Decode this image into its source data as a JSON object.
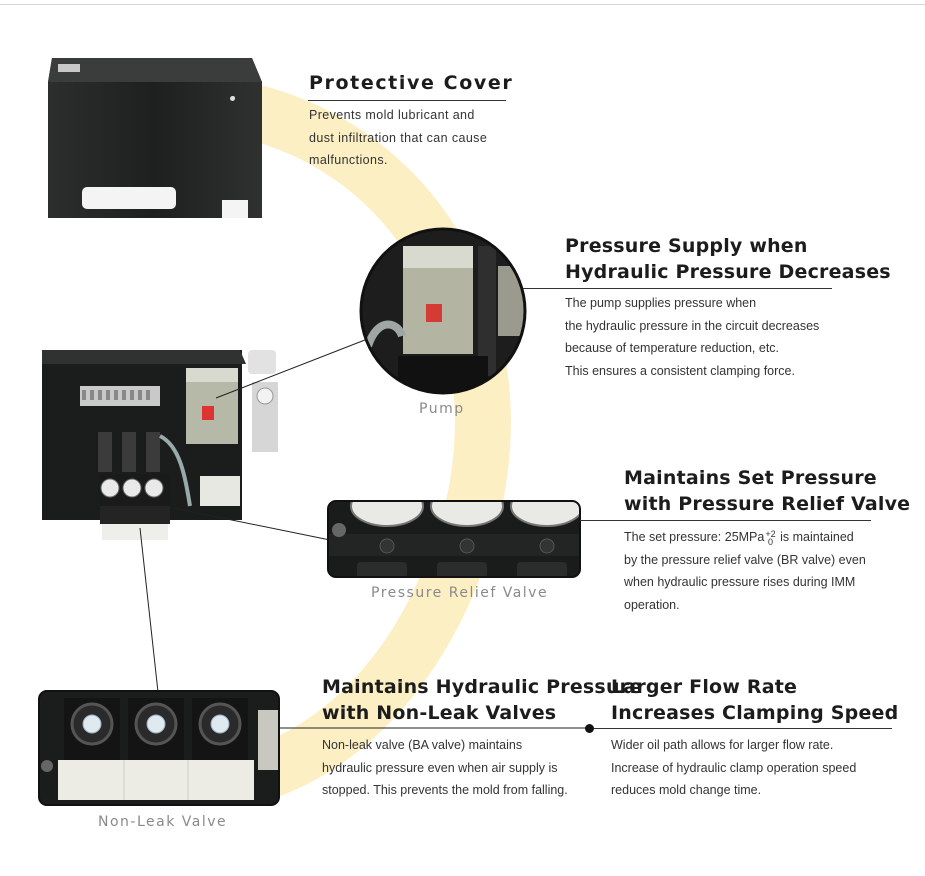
{
  "cover": {
    "title": "Protective Cover",
    "desc": [
      "Prevents mold lubricant and",
      "dust infiltration that can cause",
      "malfunctions."
    ]
  },
  "pump": {
    "title": [
      "Pressure Supply when",
      "Hydraulic Pressure Decreases"
    ],
    "desc": [
      "The pump supplies pressure when",
      "the hydraulic pressure in the circuit decreases",
      "because of temperature reduction, etc.",
      "This ensures a consistent clamping force."
    ],
    "caption": "Pump"
  },
  "relief": {
    "title": [
      "Maintains Set Pressure",
      "with Pressure Relief Valve"
    ],
    "desc_line1_pre": "The set pressure: 25MPa",
    "sup": "+2",
    "sub": "0",
    "desc_line1_post": " is maintained",
    "desc": [
      "by the pressure relief valve (BR valve) even",
      "when hydraulic pressure rises during IMM",
      "operation."
    ],
    "caption": "Pressure Relief Valve"
  },
  "nonleak": {
    "title": [
      "Maintains Hydraulic Pressure",
      "with Non-Leak Valves"
    ],
    "desc": [
      "Non-leak valve (BA valve) maintains",
      "hydraulic pressure even when air supply is",
      "stopped. This prevents the mold from falling."
    ],
    "caption": "Non-Leak Valve"
  },
  "flow": {
    "title": [
      "Larger Flow Rate",
      "Increases Clamping Speed"
    ],
    "desc": [
      "Wider oil path allows for larger flow rate.",
      "Increase of hydraulic clamp operation speed",
      "reduces mold change time."
    ]
  },
  "colors": {
    "arc": "#fcefc4",
    "cover": "#1f2220",
    "text": "#1c1c1c",
    "caption": "#8a8a8a"
  }
}
